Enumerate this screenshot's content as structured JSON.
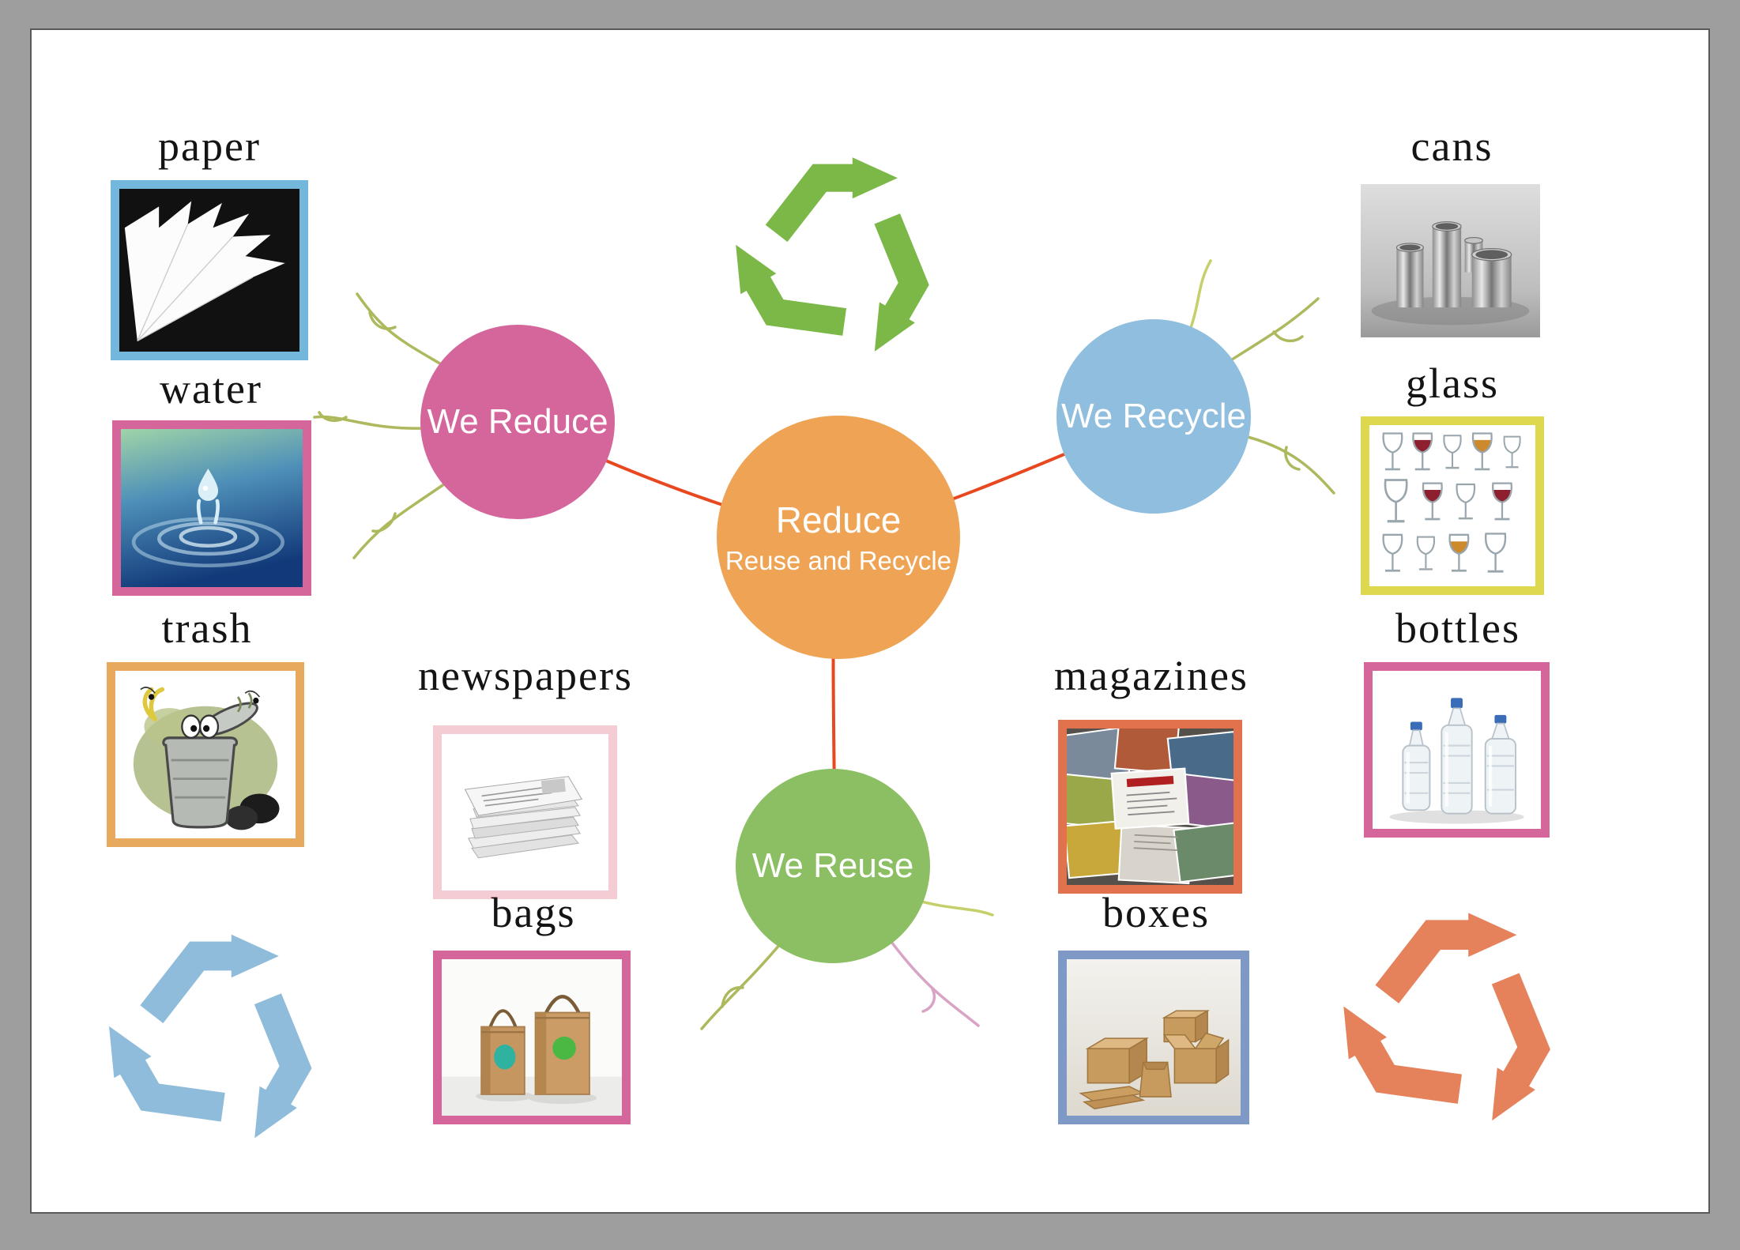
{
  "poster": {
    "title_node": {
      "line1": "Reduce",
      "line2": "Reuse and Recycle"
    },
    "category_nodes": {
      "reduce": {
        "label": "We Reduce",
        "color": "#d5669c"
      },
      "recycle": {
        "label": "We Recycle",
        "color": "#90bede"
      },
      "reuse": {
        "label": "We Reuse",
        "color": "#8cbf63"
      }
    },
    "center_color": "#efa455",
    "connector_color": "#e8481f",
    "twig_color": "#aeb85c",
    "frame_background_color": "#9e9e9e",
    "items": {
      "paper": {
        "label": "paper",
        "frame_color": "#74b7dc",
        "photo": "white-paper-fan-on-black"
      },
      "water": {
        "label": "water",
        "frame_color": "#d5669c",
        "photo": "water-drop-with-ripples"
      },
      "trash": {
        "label": "trash",
        "frame_color": "#e6a95e",
        "photo": "cartoon-trash-can"
      },
      "cans": {
        "label": "cans",
        "frame_color": "none",
        "photo": "metal-cans-group"
      },
      "glass": {
        "label": "glass",
        "frame_color": "#ded84f",
        "photo": "assorted-drinking-glasses"
      },
      "bottles": {
        "label": "bottles",
        "frame_color": "#d5669c",
        "photo": "plastic-bottles"
      },
      "newspapers": {
        "label": "newspapers",
        "frame_color": "#f3cdd3",
        "photo": "newspaper-stack"
      },
      "bags": {
        "label": "bags",
        "frame_color": "#d5669c",
        "photo": "kraft-paper-bags"
      },
      "magazines": {
        "label": "magazines",
        "frame_color": "#e2714d",
        "photo": "magazine-collage"
      },
      "boxes": {
        "label": "boxes",
        "frame_color": "#7e99c6",
        "photo": "cardboard-boxes"
      }
    },
    "recycle_symbols": {
      "top_color": "#7cb848",
      "bottom_left_color": "#8fbcdb",
      "bottom_right_color": "#e5815b"
    }
  }
}
